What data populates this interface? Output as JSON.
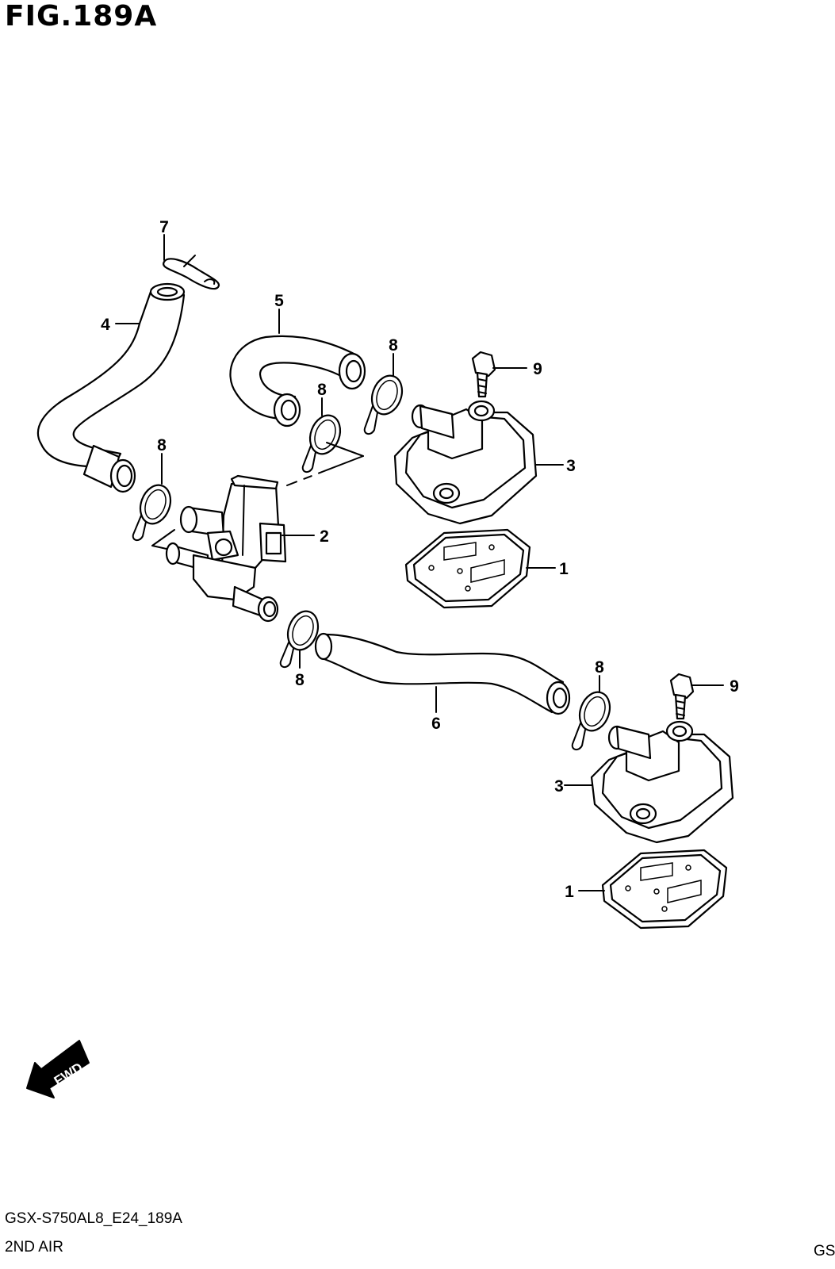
{
  "header": {
    "title": "FIG.189A"
  },
  "callouts": {
    "c7": "7",
    "c4": "4",
    "c5": "5",
    "c8a": "8",
    "c9a": "9",
    "c8b": "8",
    "c8c": "8",
    "c3a": "3",
    "c2": "2",
    "c1a": "1",
    "c8d": "8",
    "c8e": "8",
    "c9b": "9",
    "c6": "6",
    "c3b": "3",
    "c1b": "1"
  },
  "direction_marker": {
    "label": "FWD"
  },
  "footer": {
    "diagram_code": "GSX-S750AL8_E24_189A",
    "section_name": "2ND AIR",
    "corner_text": "GS"
  }
}
